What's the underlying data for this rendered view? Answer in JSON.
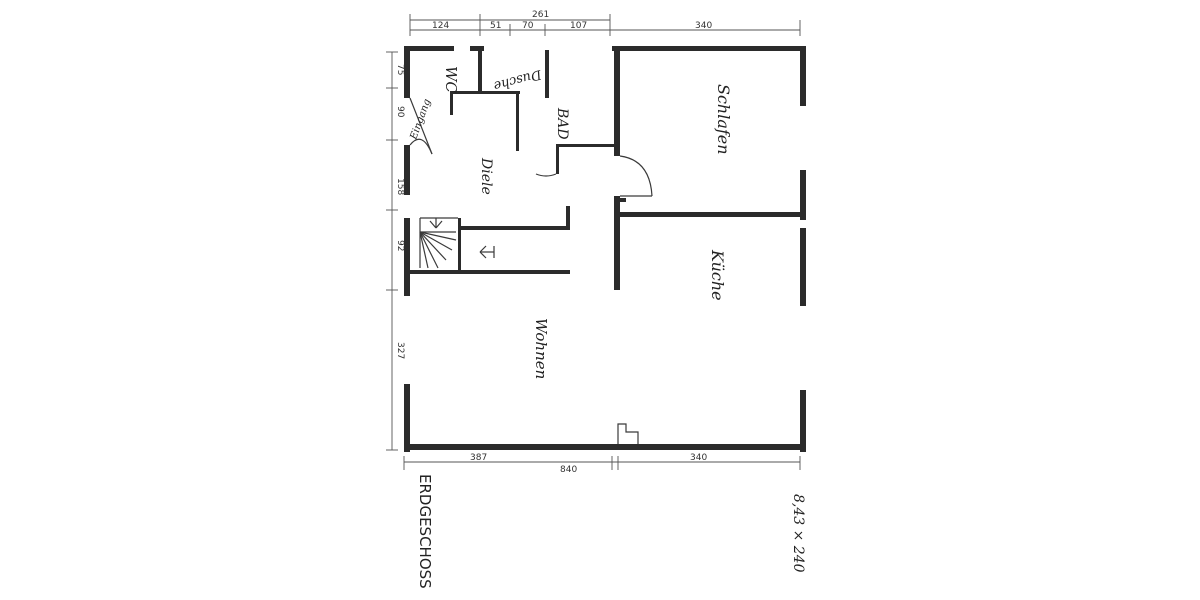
{
  "plan": {
    "title": "ERDGESCHOSS",
    "scale_note": "8,43 × 240",
    "rooms": {
      "wc": "WC",
      "dusche": "Dusche",
      "bad": "BAD",
      "eingang": "Eingang",
      "diele": "Diele",
      "schlafen": "Schlafen",
      "kueche": "Küche",
      "wohnen": "Wohnen"
    },
    "dimensions": {
      "top_total": "261",
      "top_124": "124",
      "top_51": "51",
      "top_70": "70",
      "top_107": "107",
      "top_340": "340",
      "bottom_387": "387",
      "bottom_840": "840",
      "bottom_340": "340",
      "left_75": "75",
      "left_90": "90",
      "left_158": "158",
      "left_92": "92",
      "left_327": "327"
    }
  }
}
